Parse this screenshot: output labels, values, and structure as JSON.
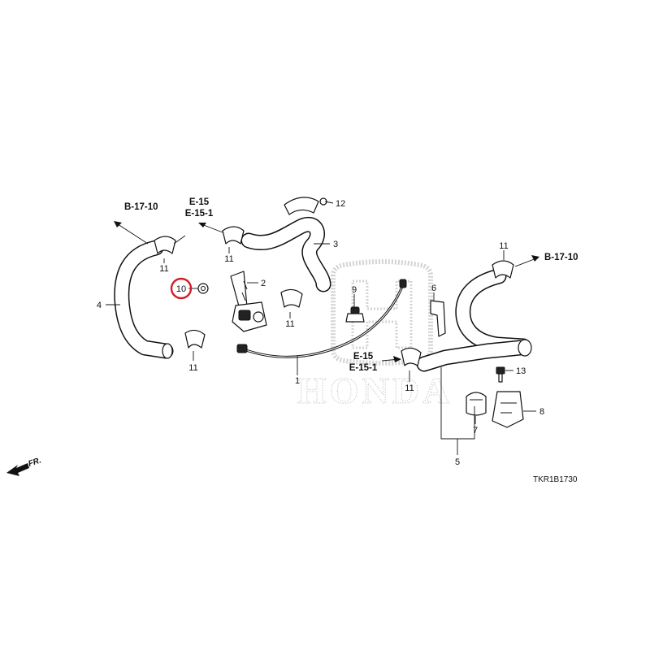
{
  "callouts": {
    "c1": "1",
    "c2": "2",
    "c3": "3",
    "c4": "4",
    "c5": "5",
    "c6": "6",
    "c7": "7",
    "c8": "8",
    "c9": "9",
    "c10": "10",
    "c12": "12",
    "c13": "13",
    "c11_a": "11",
    "c11_b": "11",
    "c11_c": "11",
    "c11_d": "11",
    "c11_e": "11",
    "c11_f": "11"
  },
  "references": {
    "left_top": "B-17-10",
    "center_top_1": "E-15",
    "center_top_2": "E-15-1",
    "right_top": "B-17-10",
    "center_mid_1": "E-15",
    "center_mid_2": "E-15-1"
  },
  "front_marker": "FR.",
  "diagram_code": "TKR1B1730",
  "watermark": "HONDA",
  "highlight_color": "#d11f26"
}
